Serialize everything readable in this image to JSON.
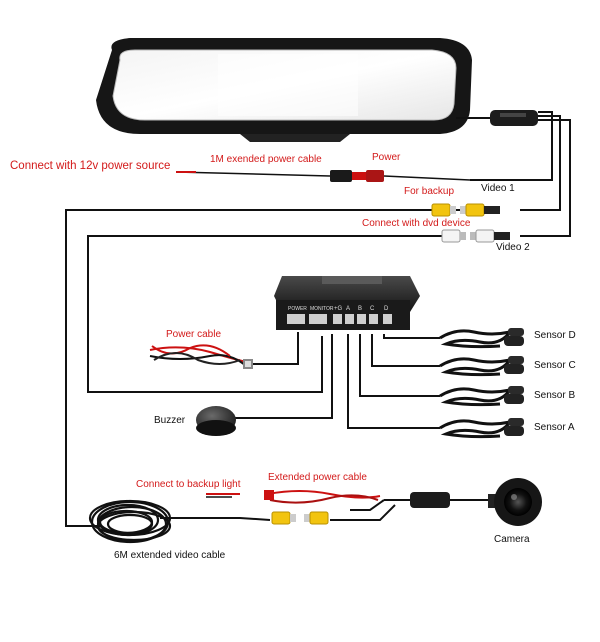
{
  "labels": {
    "power_source": "Connect with 12v power source",
    "extended_cable_1m": "1M exended power cable",
    "power": "Power",
    "for_backup": "For backup",
    "video1": "Video 1",
    "dvd": "Connect with dvd device",
    "video2": "Video 2",
    "power_cable": "Power cable",
    "buzzer": "Buzzer",
    "sensor_d": "Sensor D",
    "sensor_c": "Sensor C",
    "sensor_b": "Sensor B",
    "sensor_a": "Sensor A",
    "backup_light": "Connect to backup light",
    "extended_power": "Extended power cable",
    "video_cable_6m": "6M extended video cable",
    "camera": "Camera"
  },
  "control_box_ports": [
    "POWER",
    "MONITOR",
    "+G",
    "A",
    "B",
    "C",
    "D"
  ],
  "colors": {
    "label_red": "#d31a1a",
    "wire": "#111111",
    "rca_yellow": "#f2c40f",
    "power_red": "#cc1111"
  }
}
